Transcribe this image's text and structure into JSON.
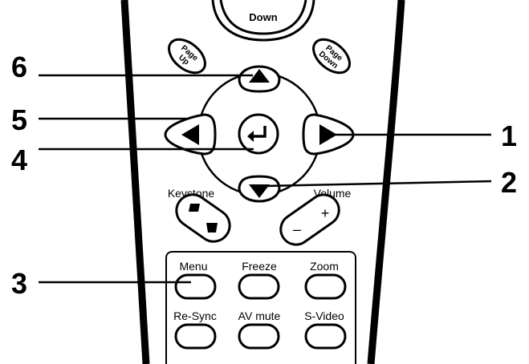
{
  "remote": {
    "top_button_label": "Down",
    "page_up_label_1": "Page",
    "page_up_label_2": "Up",
    "page_down_label_1": "Page",
    "page_down_label_2": "Down",
    "keystone_label": "Keystone",
    "volume_label": "Volume",
    "volume_plus": "+",
    "volume_minus": "–",
    "buttons_row1": [
      "Menu",
      "Freeze",
      "Zoom"
    ],
    "buttons_row2": [
      "Re-Sync",
      "AV mute",
      "S-Video"
    ]
  },
  "callouts": {
    "c1": "1",
    "c2": "2",
    "c3": "3",
    "c4": "4",
    "c5": "5",
    "c6": "6"
  }
}
